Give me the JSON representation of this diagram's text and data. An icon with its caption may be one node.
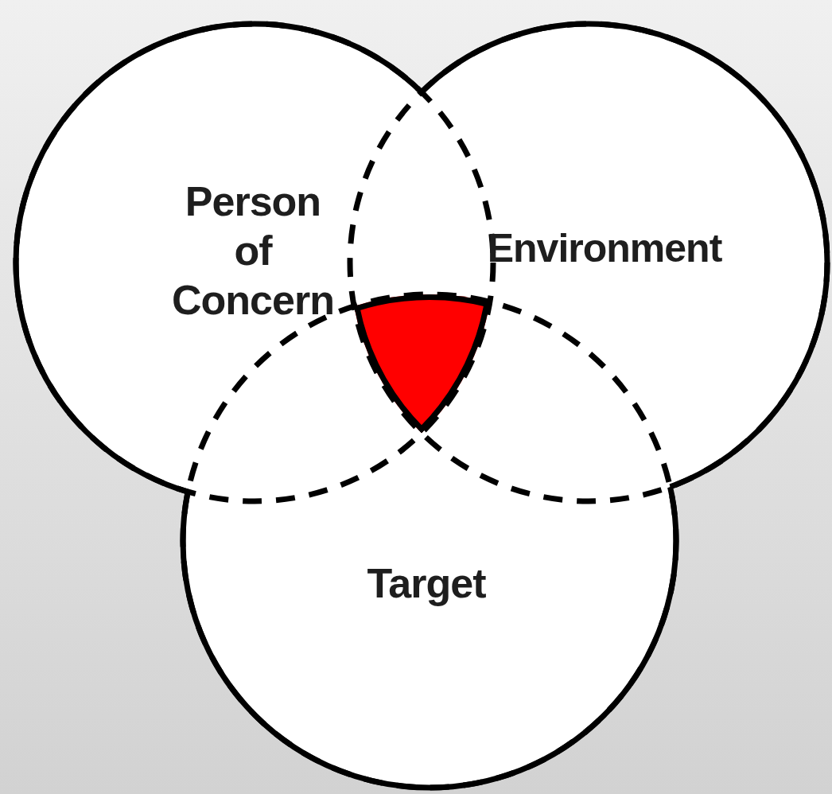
{
  "diagram": {
    "nodes": [
      {
        "text": [
          "Person of Concern"
        ]
      },
      {
        "text": [
          "Environment"
        ]
      },
      {
        "text": [
          "Target"
        ]
      }
    ]
  }
}
